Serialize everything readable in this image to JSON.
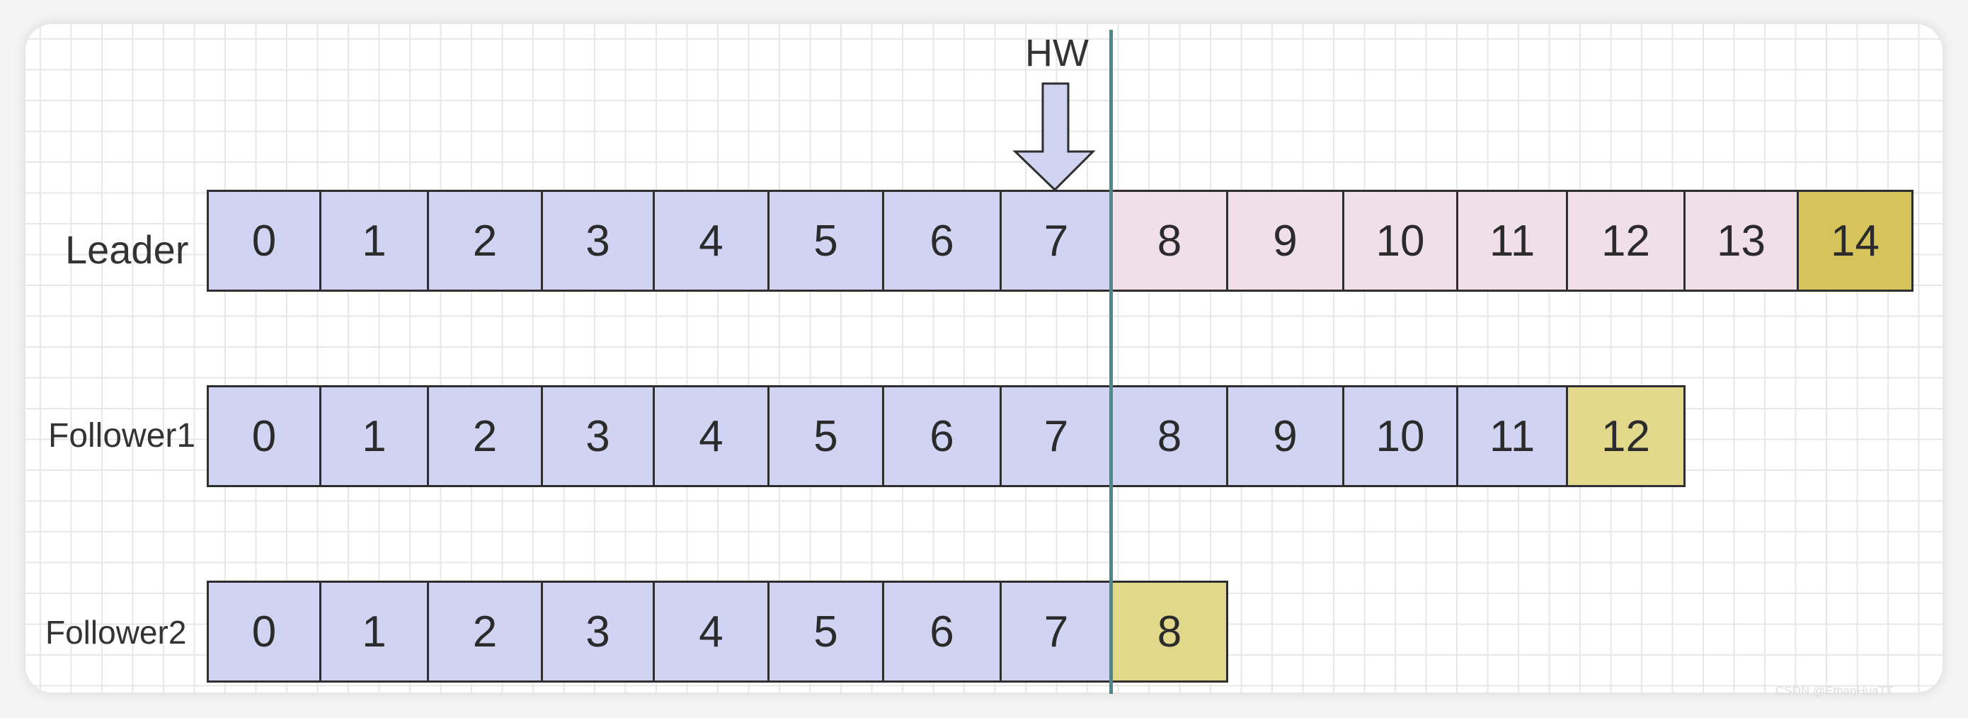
{
  "hw": {
    "label": "HW"
  },
  "rows": [
    {
      "name": "Leader",
      "cells": [
        {
          "text": "0",
          "state": "committed"
        },
        {
          "text": "1",
          "state": "committed"
        },
        {
          "text": "2",
          "state": "committed"
        },
        {
          "text": "3",
          "state": "committed"
        },
        {
          "text": "4",
          "state": "committed"
        },
        {
          "text": "5",
          "state": "committed"
        },
        {
          "text": "6",
          "state": "committed"
        },
        {
          "text": "7",
          "state": "committed"
        },
        {
          "text": "8",
          "state": "uncommitted"
        },
        {
          "text": "9",
          "state": "uncommitted"
        },
        {
          "text": "10",
          "state": "uncommitted"
        },
        {
          "text": "11",
          "state": "uncommitted"
        },
        {
          "text": "12",
          "state": "uncommitted"
        },
        {
          "text": "13",
          "state": "uncommitted"
        },
        {
          "text": "14",
          "state": "leo"
        }
      ]
    },
    {
      "name": "Follower1",
      "cells": [
        {
          "text": "0",
          "state": "committed"
        },
        {
          "text": "1",
          "state": "committed"
        },
        {
          "text": "2",
          "state": "committed"
        },
        {
          "text": "3",
          "state": "committed"
        },
        {
          "text": "4",
          "state": "committed"
        },
        {
          "text": "5",
          "state": "committed"
        },
        {
          "text": "6",
          "state": "committed"
        },
        {
          "text": "7",
          "state": "committed"
        },
        {
          "text": "8",
          "state": "committed"
        },
        {
          "text": "9",
          "state": "committed"
        },
        {
          "text": "10",
          "state": "committed"
        },
        {
          "text": "11",
          "state": "committed"
        },
        {
          "text": "12",
          "state": "leo"
        }
      ]
    },
    {
      "name": "Follower2",
      "cells": [
        {
          "text": "0",
          "state": "committed"
        },
        {
          "text": "1",
          "state": "committed"
        },
        {
          "text": "2",
          "state": "committed"
        },
        {
          "text": "3",
          "state": "committed"
        },
        {
          "text": "4",
          "state": "committed"
        },
        {
          "text": "5",
          "state": "committed"
        },
        {
          "text": "6",
          "state": "committed"
        },
        {
          "text": "7",
          "state": "committed"
        },
        {
          "text": "8",
          "state": "leo"
        }
      ]
    }
  ],
  "colors": {
    "committed": "#d0d3f2",
    "uncommitted": "#f0dee9",
    "leo": "#e1d88c",
    "leo_leader": "#d6c45b",
    "hw_line": "#4a8a8c",
    "hw_arrow": "#d0d3f2"
  },
  "watermark": "CSDN @EthanHuaTT"
}
